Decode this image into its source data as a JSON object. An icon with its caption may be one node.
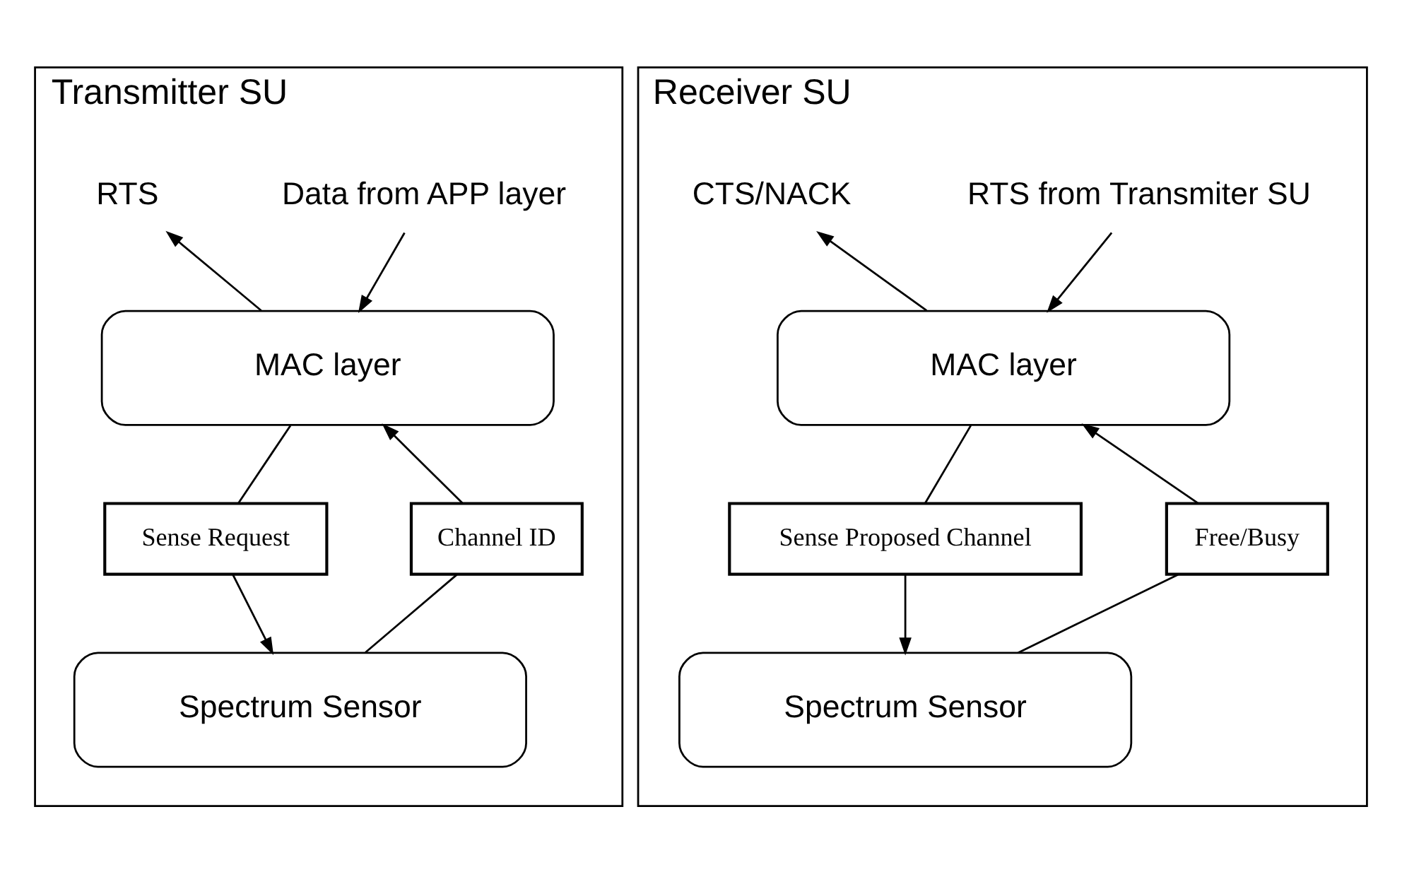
{
  "diagram": {
    "nodes": [
      {
        "text": [
          "Transmitter SU"
        ]
      },
      {
        "text": [
          "Data from APP layer"
        ],
        "in": 0
      },
      {
        "text": [
          "RTS"
        ],
        "in": 0
      },
      {
        "text": [
          "MAC layer"
        ],
        "in": 0
      },
      {
        "text": [
          "Sense Request"
        ],
        "in": 0
      },
      {
        "text": [
          "Channel ID"
        ],
        "in": 0
      },
      {
        "text": [
          "Spectrum Sensor"
        ],
        "in": 0
      },
      {
        "text": [
          "Receiver SU"
        ]
      },
      {
        "text": [
          "RTS from Transmiter SU"
        ],
        "in": 7
      },
      {
        "text": [
          "CTS/NACK"
        ],
        "in": 7
      },
      {
        "text": [
          "MAC layer"
        ],
        "in": 7
      },
      {
        "text": [
          "Sense Proposed Channel"
        ],
        "in": 7
      },
      {
        "text": [
          "Free/Busy"
        ],
        "in": 7
      },
      {
        "text": [
          "Spectrum Sensor"
        ],
        "in": 7
      }
    ],
    "edges": [
      {
        "from": 1,
        "to": 3,
        "arrow": "to"
      },
      {
        "from": 3,
        "to": 2,
        "arrow": "to"
      },
      {
        "from": 3,
        "to": 4,
        "arrow": "none"
      },
      {
        "from": 4,
        "to": 6,
        "arrow": "to"
      },
      {
        "from": 6,
        "to": 5,
        "arrow": "none"
      },
      {
        "from": 5,
        "to": 3,
        "arrow": "to"
      },
      {
        "from": 8,
        "to": 10,
        "arrow": "to"
      },
      {
        "from": 10,
        "to": 9,
        "arrow": "to"
      },
      {
        "from": 10,
        "to": 11,
        "arrow": "none"
      },
      {
        "from": 11,
        "to": 13,
        "arrow": "to"
      },
      {
        "from": 13,
        "to": 12,
        "arrow": "none"
      },
      {
        "from": 12,
        "to": 10,
        "arrow": "to"
      }
    ]
  }
}
